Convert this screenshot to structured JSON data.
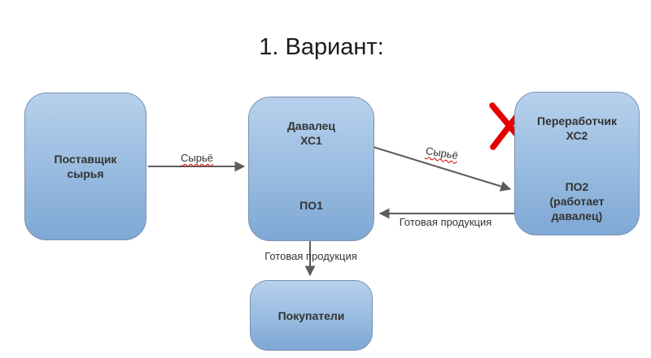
{
  "title": "1. Вариант:",
  "nodes": {
    "supplier": {
      "line1": "Поставщик",
      "line2": "сырья"
    },
    "davalets": {
      "line1": "Давалец",
      "line2": "ХС1",
      "po": "ПО1"
    },
    "processor": {
      "line1": "Переработчик",
      "line2": "ХС2",
      "po_line1": "ПО2",
      "po_line2": "(работает",
      "po_line3": "давалец)"
    },
    "buyers": {
      "label": "Покупатели"
    }
  },
  "edges": {
    "supplier_raw": {
      "label": "Сырьё"
    },
    "processor_raw": {
      "label": "Сырьё"
    },
    "finished_return": {
      "label": "Готовая продукция"
    },
    "finished_to_buyers": {
      "label": "Готовая продукция"
    }
  },
  "colors": {
    "box_fill_top": "#b7d1ec",
    "box_fill_bottom": "#7fa8d5",
    "box_border": "#7a92b4",
    "arrow": "#5c5c5c",
    "internal_arrow": "#404040",
    "rejection_x": "#e50000",
    "spellcheck_underline": "#d40000",
    "text": "#333333"
  }
}
